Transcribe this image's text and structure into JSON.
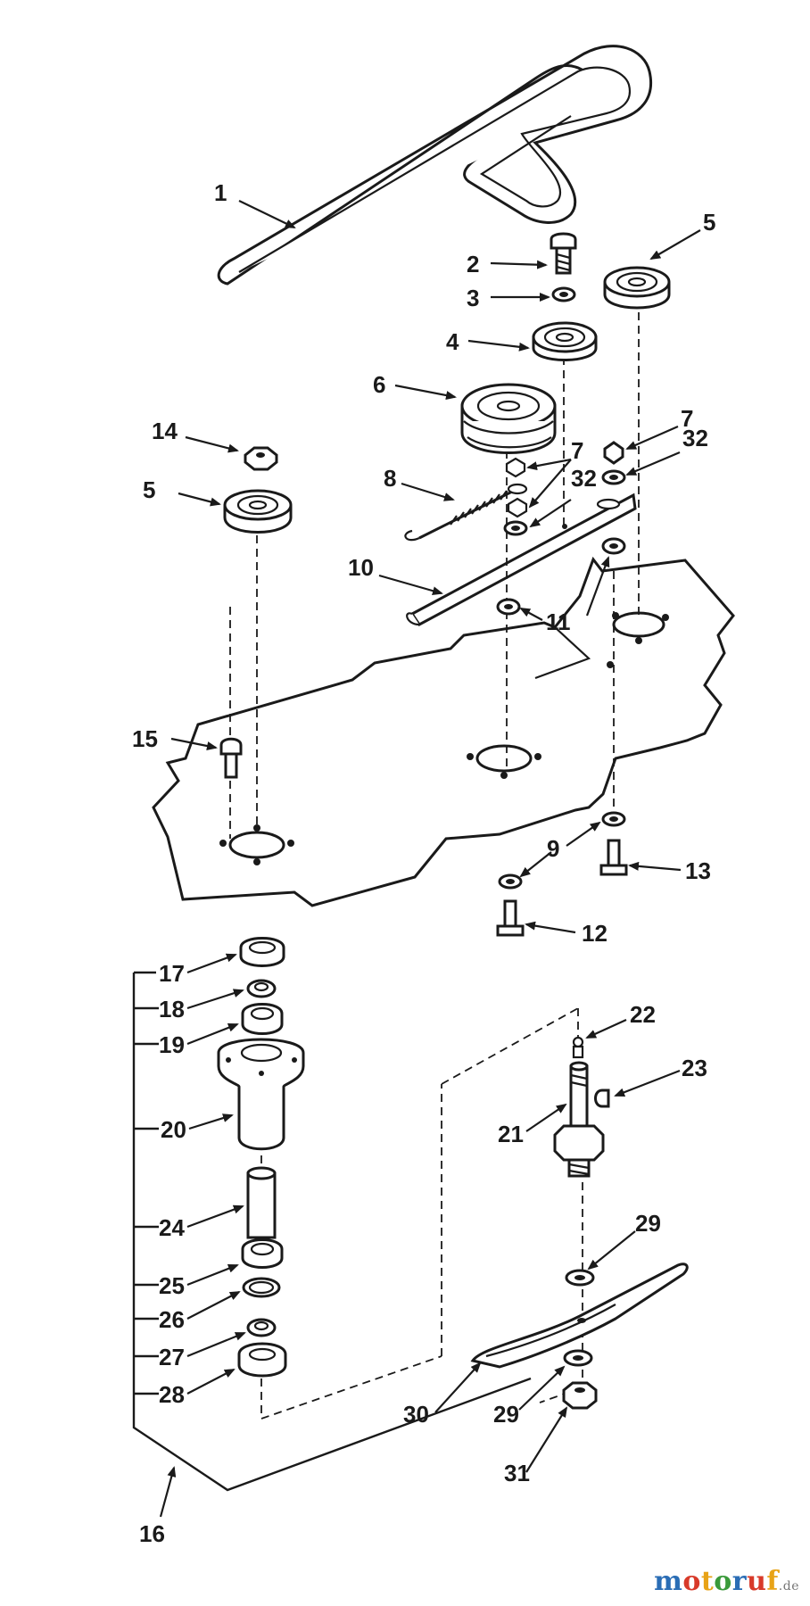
{
  "parts": [
    {
      "id": "part-1",
      "label": "1"
    },
    {
      "id": "part-2",
      "label": "2"
    },
    {
      "id": "part-3",
      "label": "3"
    },
    {
      "id": "part-4",
      "label": "4"
    },
    {
      "id": "part-5",
      "label": "5"
    },
    {
      "id": "part-6",
      "label": "6"
    },
    {
      "id": "part-7",
      "label": "7"
    },
    {
      "id": "part-8",
      "label": "8"
    },
    {
      "id": "part-9",
      "label": "9"
    },
    {
      "id": "part-10",
      "label": "10"
    },
    {
      "id": "part-11",
      "label": "11"
    },
    {
      "id": "part-12",
      "label": "12"
    },
    {
      "id": "part-13",
      "label": "13"
    },
    {
      "id": "part-14",
      "label": "14"
    },
    {
      "id": "part-15",
      "label": "15"
    },
    {
      "id": "part-16",
      "label": "16"
    },
    {
      "id": "part-17",
      "label": "17"
    },
    {
      "id": "part-18",
      "label": "18"
    },
    {
      "id": "part-19",
      "label": "19"
    },
    {
      "id": "part-20",
      "label": "20"
    },
    {
      "id": "part-21",
      "label": "21"
    },
    {
      "id": "part-22",
      "label": "22"
    },
    {
      "id": "part-23",
      "label": "23"
    },
    {
      "id": "part-24",
      "label": "24"
    },
    {
      "id": "part-25",
      "label": "25"
    },
    {
      "id": "part-26",
      "label": "26"
    },
    {
      "id": "part-27",
      "label": "27"
    },
    {
      "id": "part-28",
      "label": "28"
    },
    {
      "id": "part-29",
      "label": "29"
    },
    {
      "id": "part-30",
      "label": "30"
    },
    {
      "id": "part-31",
      "label": "31"
    },
    {
      "id": "part-32",
      "label": "32"
    }
  ],
  "watermark": {
    "letters": [
      "m",
      "o",
      "t",
      "o",
      "r",
      "u",
      "f"
    ],
    "colors": [
      "#2a6db5",
      "#d83a2a",
      "#e8a317",
      "#3a9a3a",
      "#2a6db5",
      "#d83a2a",
      "#e8a317"
    ],
    "suffix": ".de"
  }
}
